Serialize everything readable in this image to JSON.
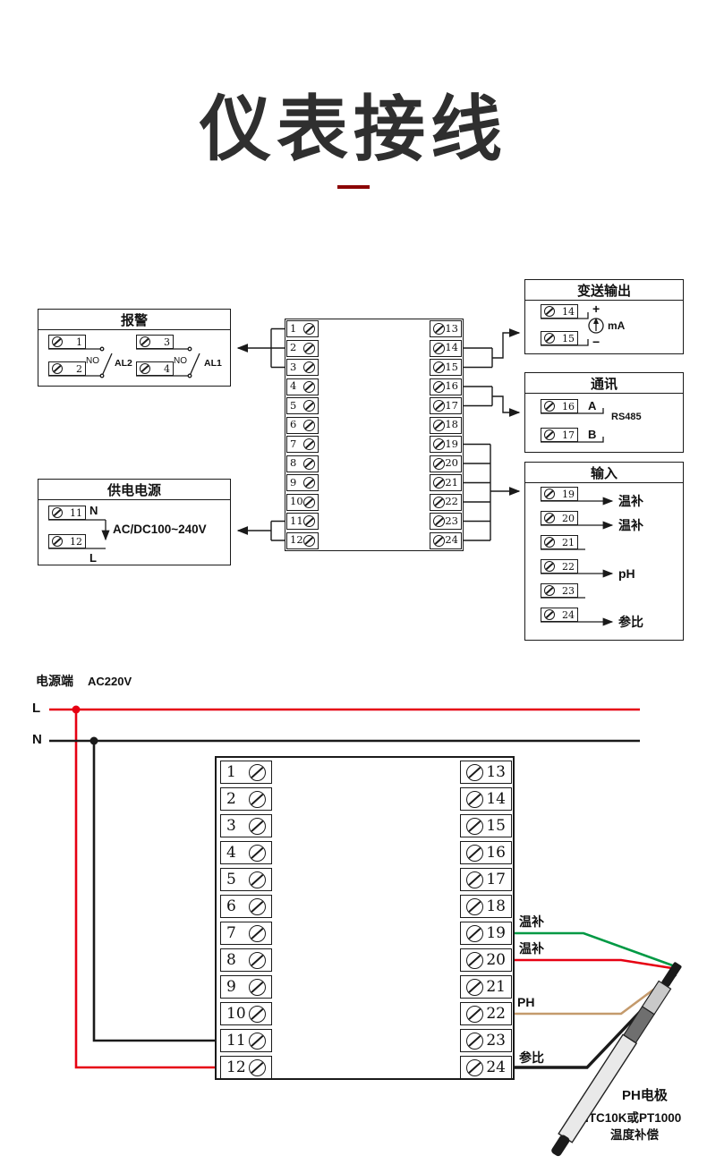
{
  "page": {
    "title": "仪表接线"
  },
  "colors": {
    "accent_underline": "#8b0000",
    "wire_red": "#e60012",
    "wire_green": "#009944",
    "wire_tan": "#c49a6c",
    "wire_black": "#1a1a1a"
  },
  "top_diagram": {
    "alarm": {
      "title": "报警",
      "pair_left": [
        "1",
        "2"
      ],
      "pair_right": [
        "3",
        "4"
      ],
      "no_left": "NO",
      "no_right": "NO",
      "al2": "AL2",
      "al1": "AL1"
    },
    "power": {
      "title": "供电电源",
      "terminals": [
        "11",
        "12"
      ],
      "n": "N",
      "l": "L",
      "voltage": "AC/DC100~240V"
    },
    "output": {
      "title": "变送输出",
      "terminals": [
        "14",
        "15"
      ],
      "plus": "+",
      "minus": "−",
      "ma": "mA"
    },
    "comm": {
      "title": "通讯",
      "terminals": [
        "16",
        "17"
      ],
      "a": "A",
      "b": "B",
      "protocol": "RS485"
    },
    "input": {
      "title": "输入",
      "terminals": [
        "19",
        "20",
        "21",
        "22",
        "23",
        "24"
      ],
      "label_19": "温补",
      "label_20": "温补",
      "label_22": "pH",
      "label_24": "参比"
    },
    "block": {
      "left": [
        "1",
        "2",
        "3",
        "4",
        "5",
        "6",
        "7",
        "8",
        "9",
        "10",
        "11",
        "12"
      ],
      "right": [
        "13",
        "14",
        "15",
        "16",
        "17",
        "18",
        "19",
        "20",
        "21",
        "22",
        "23",
        "24"
      ]
    }
  },
  "bottom_diagram": {
    "power_terminal": "电源端",
    "voltage": "AC220V",
    "line_l": "L",
    "line_n": "N",
    "block": {
      "left": [
        "1",
        "2",
        "3",
        "4",
        "5",
        "6",
        "7",
        "8",
        "9",
        "10",
        "11",
        "12"
      ],
      "right": [
        "13",
        "14",
        "15",
        "16",
        "17",
        "18",
        "19",
        "20",
        "21",
        "22",
        "23",
        "24"
      ]
    },
    "label_19": "温补",
    "label_20": "温补",
    "label_22": "PH",
    "label_24": "参比",
    "probe": {
      "name": "PH电极",
      "sensor": "NTC10K或PT1000",
      "compensation": "温度补偿"
    }
  }
}
